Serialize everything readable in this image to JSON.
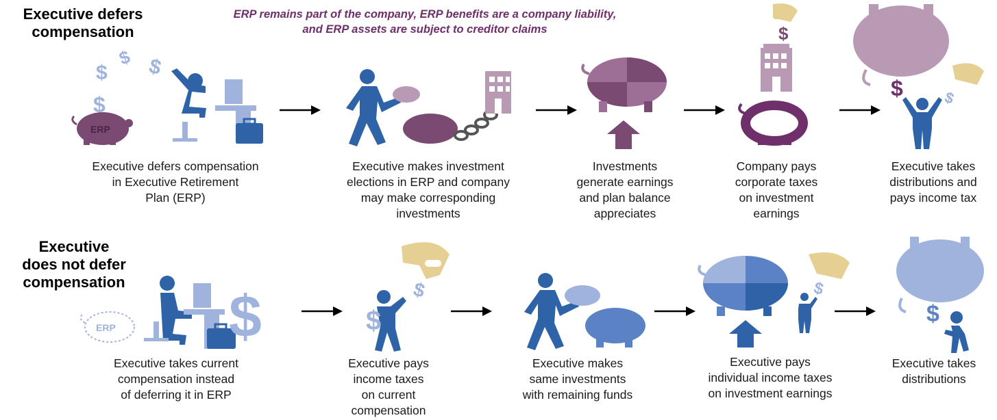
{
  "colors": {
    "purple_dark": "#7a4a72",
    "purple_mid": "#9d6f97",
    "purple_light": "#b99ab5",
    "plum": "#6e2f6b",
    "blue_dark": "#2f63a8",
    "blue_mid": "#5a82c4",
    "blue_light": "#9fb3dc",
    "hand_gold": "#e6cf92",
    "gray": "#666666",
    "arrow": "#000000"
  },
  "top": {
    "title_lines": [
      "Executive defers",
      "compensation"
    ],
    "banner_lines": [
      "ERP remains part of the company, ERP benefits are a company liability,",
      "and ERP assets are subject to creditor claims"
    ],
    "erp_label": "ERP",
    "steps": [
      {
        "lines": [
          "Executive defers compensation",
          "in Executive Retirement",
          "Plan (ERP)"
        ]
      },
      {
        "lines": [
          "Executive makes investment",
          "elections in ERP and company",
          "may make corresponding",
          "investments"
        ]
      },
      {
        "lines": [
          "Investments",
          "generate earnings",
          "and plan balance",
          "appreciates"
        ]
      },
      {
        "lines": [
          "Company pays",
          "corporate taxes",
          "on investment",
          "earnings"
        ]
      },
      {
        "lines": [
          "Executive takes",
          "distributions and",
          "pays income tax"
        ]
      }
    ]
  },
  "bottom": {
    "title_lines": [
      "Executive",
      "does not defer",
      "compensation"
    ],
    "erp_label": "ERP",
    "steps": [
      {
        "lines": [
          "Executive takes current",
          "compensation instead",
          "of deferring it in ERP"
        ]
      },
      {
        "lines": [
          "Executive pays",
          "income taxes",
          "on current",
          "compensation"
        ]
      },
      {
        "lines": [
          "Executive makes",
          "same investments",
          "with remaining funds"
        ]
      },
      {
        "lines": [
          "Executive pays",
          "individual income taxes",
          "on investment earnings"
        ]
      },
      {
        "lines": [
          "Executive takes",
          "distributions"
        ]
      }
    ]
  }
}
